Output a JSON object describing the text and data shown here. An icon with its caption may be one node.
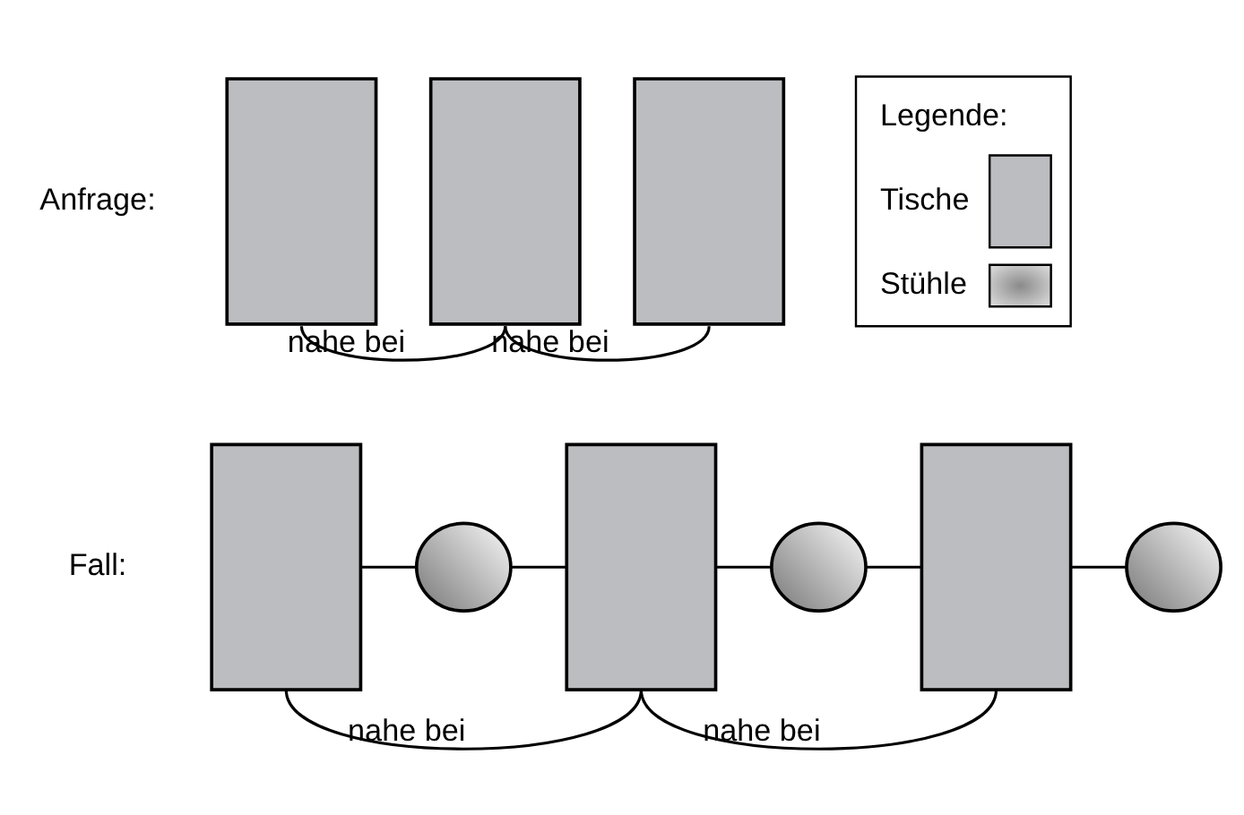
{
  "diagram": {
    "nodes": [
      {
        "text": [],
        "shape": "box"
      },
      {
        "text": [],
        "shape": "box"
      },
      {
        "text": [],
        "shape": "box"
      },
      {
        "text": [],
        "shape": "box"
      },
      {
        "text": [],
        "shape": "circle"
      },
      {
        "text": [],
        "shape": "box"
      },
      {
        "text": [],
        "shape": "circle"
      },
      {
        "text": [],
        "shape": "box"
      },
      {
        "text": [],
        "shape": "circle"
      }
    ],
    "edges": [
      {
        "from": 0,
        "to": 1,
        "arrow": "none",
        "label": "nahe bei"
      },
      {
        "from": 1,
        "to": 2,
        "arrow": "none",
        "label": "nahe bei"
      },
      {
        "from": 3,
        "to": 4,
        "arrow": "none"
      },
      {
        "from": 4,
        "to": 5,
        "arrow": "none"
      },
      {
        "from": 5,
        "to": 6,
        "arrow": "none"
      },
      {
        "from": 6,
        "to": 7,
        "arrow": "none"
      },
      {
        "from": 7,
        "to": 8,
        "arrow": "none"
      },
      {
        "from": 3,
        "to": 5,
        "arrow": "none",
        "label": "nahe bei"
      },
      {
        "from": 5,
        "to": 7,
        "arrow": "none",
        "label": "nahe bei"
      }
    ],
    "labels": [
      "Anfrage:",
      "Legende:",
      "Fall:"
    ],
    "legend": [
      {
        "text": "Tische",
        "color": "#bcbdc0"
      },
      {
        "text": "Stühle"
      }
    ]
  }
}
